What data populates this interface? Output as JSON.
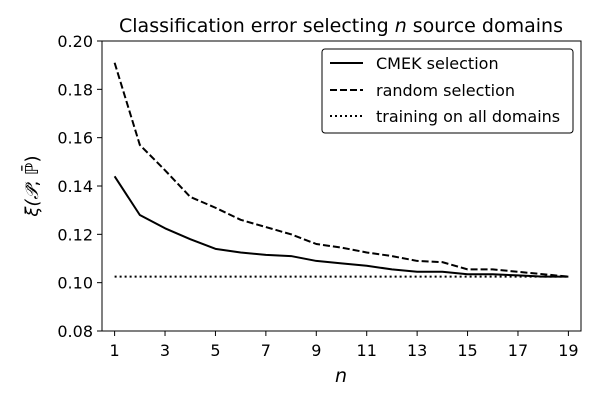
{
  "chart_data": {
    "type": "line",
    "title_prefix": "Classification error selecting ",
    "title_var": "n",
    "title_suffix": " source domains",
    "xlabel": "n",
    "ylabel_parts": [
      "ξ(",
      "𝒫̂",
      ", ",
      "ℙ̄",
      ")"
    ],
    "xlim": [
      0.5,
      19.5
    ],
    "ylim": [
      0.08,
      0.2
    ],
    "xticks": [
      1,
      3,
      5,
      7,
      9,
      11,
      13,
      15,
      17,
      19
    ],
    "yticks": [
      0.08,
      0.1,
      0.12,
      0.14,
      0.16,
      0.18,
      0.2
    ],
    "ytick_labels": [
      "0.08",
      "0.10",
      "0.12",
      "0.14",
      "0.16",
      "0.18",
      "0.20"
    ],
    "grid": false,
    "legend_position": "top-right",
    "x": [
      1,
      2,
      3,
      4,
      5,
      6,
      7,
      8,
      9,
      10,
      11,
      12,
      13,
      14,
      15,
      16,
      17,
      18,
      19
    ],
    "series": [
      {
        "name": "CMEK selection",
        "style": "solid",
        "color": "#000000",
        "values": [
          0.144,
          0.128,
          0.1225,
          0.118,
          0.114,
          0.1125,
          0.1115,
          0.111,
          0.109,
          0.108,
          0.107,
          0.1055,
          0.1045,
          0.1045,
          0.1035,
          0.1035,
          0.103,
          0.1025,
          0.1025
        ]
      },
      {
        "name": "random selection",
        "style": "dashed",
        "color": "#000000",
        "values": [
          0.191,
          0.157,
          0.1465,
          0.1355,
          0.131,
          0.126,
          0.123,
          0.12,
          0.116,
          0.1145,
          0.1125,
          0.111,
          0.109,
          0.1085,
          0.1055,
          0.1055,
          0.1045,
          0.1035,
          0.1025
        ]
      },
      {
        "name": "training on all domains",
        "style": "dotted",
        "color": "#000000",
        "values": [
          0.1025,
          0.1025,
          0.1025,
          0.1025,
          0.1025,
          0.1025,
          0.1025,
          0.1025,
          0.1025,
          0.1025,
          0.1025,
          0.1025,
          0.1025,
          0.1025,
          0.1025,
          0.1025,
          0.1025,
          0.1025,
          0.1025
        ]
      }
    ]
  }
}
